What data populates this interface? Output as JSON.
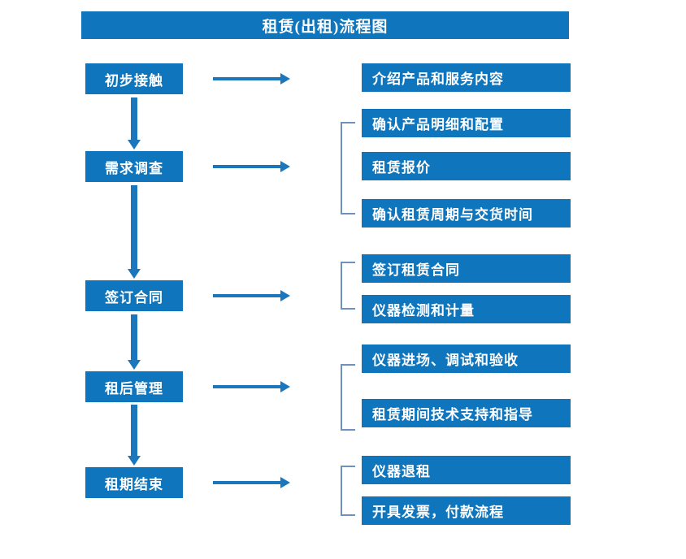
{
  "title": {
    "text": "租赁(出租)流程图"
  },
  "colors": {
    "box_fill": "#0F75BC",
    "box_text": "#FFFFFF",
    "arrow": "#1B76BC",
    "bracket": "#6E91BE",
    "background": "#FFFFFF"
  },
  "stages": [
    {
      "label": "初步接触"
    },
    {
      "label": "需求调查"
    },
    {
      "label": "签订合同"
    },
    {
      "label": "租后管理"
    },
    {
      "label": "租期结束"
    }
  ],
  "details": [
    {
      "label": "介绍产品和服务内容"
    },
    {
      "label": "确认产品明细和配置"
    },
    {
      "label": "租赁报价"
    },
    {
      "label": "确认租赁周期与交货时间"
    },
    {
      "label": "签订租赁合同"
    },
    {
      "label": "仪器检测和计量"
    },
    {
      "label": "仪器进场、调试和验收"
    },
    {
      "label": "租赁期间技术支持和指导"
    },
    {
      "label": "仪器退租"
    },
    {
      "label": "开具发票，付款流程"
    }
  ],
  "connectors": {
    "down_arrow_name": "down-arrow",
    "right_arrow_name": "right-arrow",
    "bracket_name": "group-bracket"
  }
}
